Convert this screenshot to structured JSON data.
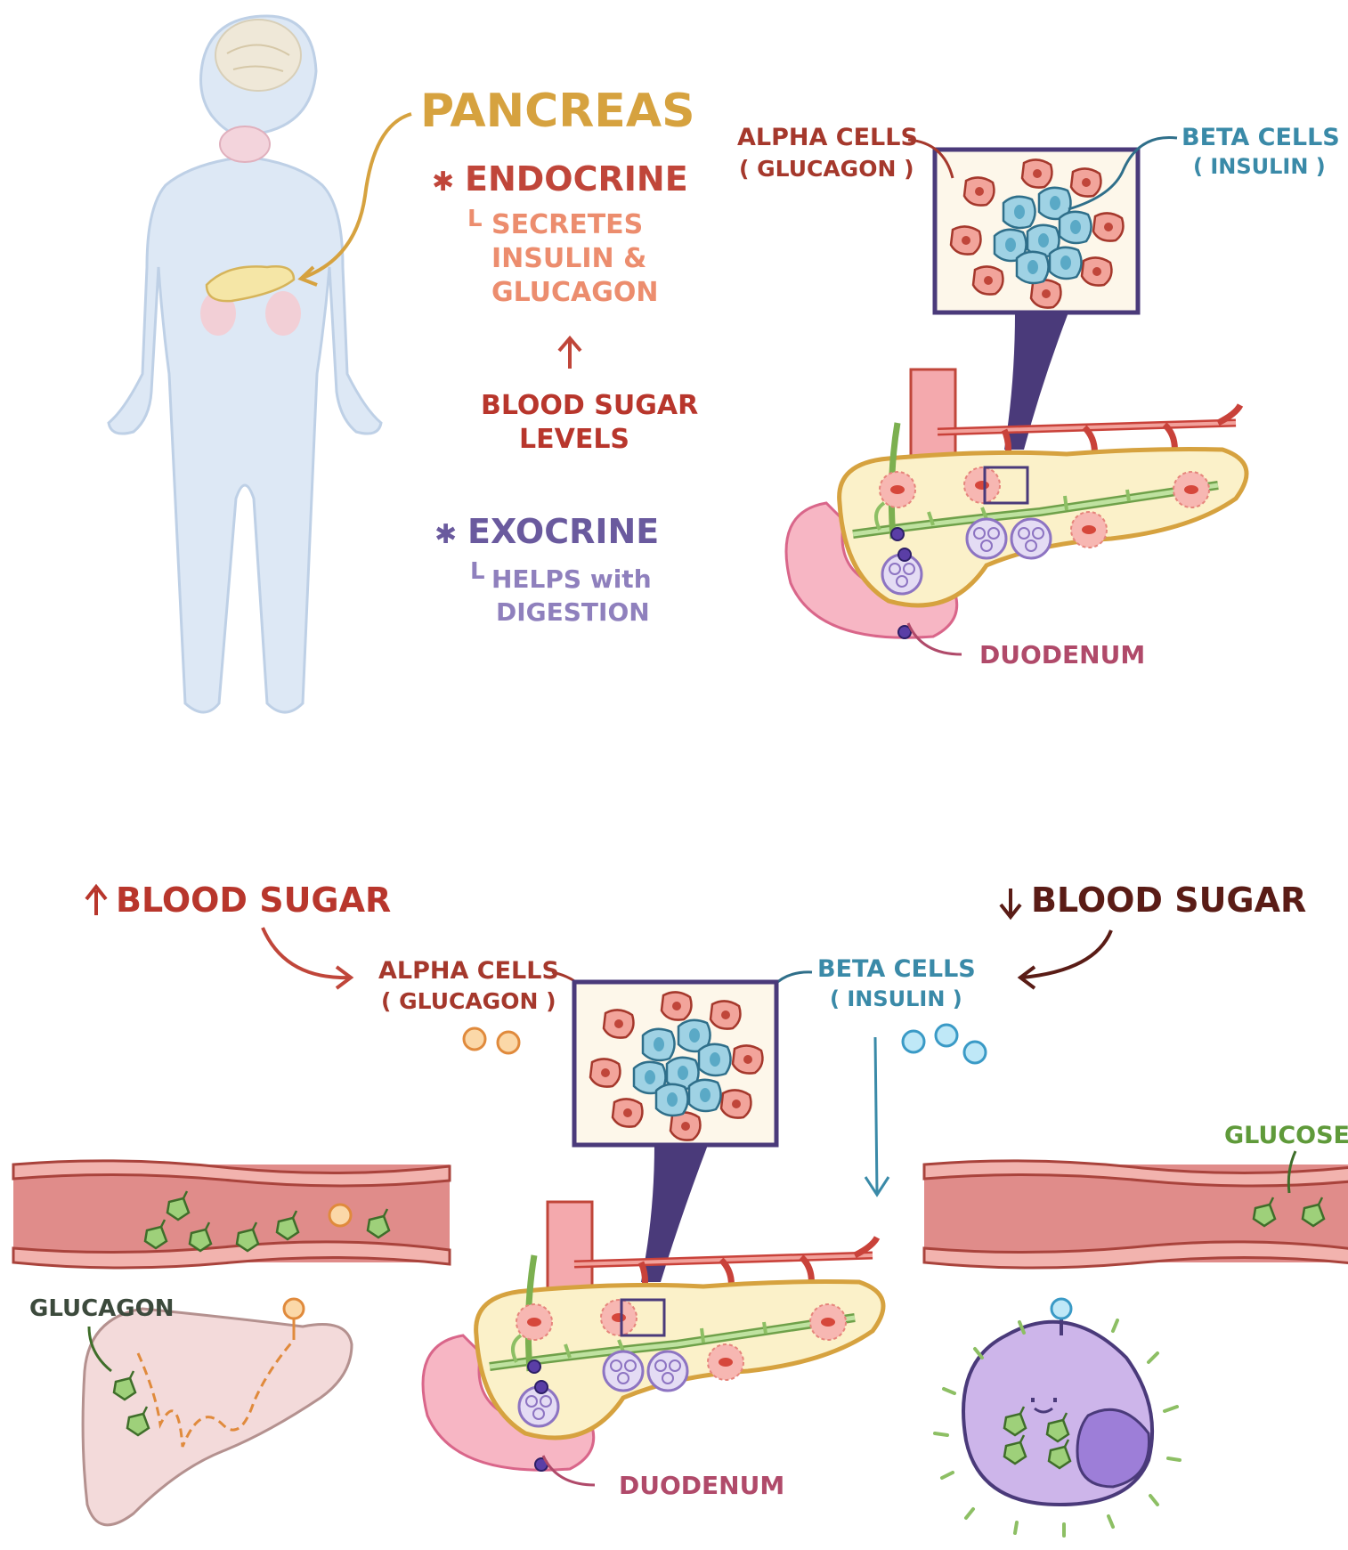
{
  "top": {
    "title": "PANCREAS",
    "endocrine": {
      "label": "ENDOCRINE",
      "desc": [
        "SECRETES",
        "INSULIN &",
        "GLUCAGON"
      ]
    },
    "blood_sugar_levels": [
      "BLOOD SUGAR",
      "LEVELS"
    ],
    "exocrine": {
      "label": "EXOCRINE",
      "desc": [
        "HELPS with",
        "DIGESTION"
      ]
    },
    "alpha_cells": [
      "ALPHA CELLS",
      "( GLUCAGON )"
    ],
    "beta_cells": [
      "BETA CELLS",
      "( INSULIN )"
    ],
    "duodenum": "DUODENUM"
  },
  "bottom": {
    "high_blood_sugar": "BLOOD SUGAR",
    "low_blood_sugar": "BLOOD SUGAR",
    "alpha_cells": [
      "ALPHA CELLS",
      "( GLUCAGON )"
    ],
    "beta_cells": [
      "BETA CELLS",
      "( INSULIN )"
    ],
    "glucagon": "GLUCAGON",
    "glucose": "GLUCOSE",
    "duodenum": "DUODENUM"
  },
  "colors": {
    "pancreas_title": "#d6a23f",
    "endocrine": "#c0463a",
    "endocrine_desc": "#ec8d6e",
    "blood_sugar": "#b8362c",
    "exocrine": "#6a5a9e",
    "exocrine_desc": "#8f80bd",
    "alpha": "#a5382c",
    "beta": "#3a8aa8",
    "duodenum_label": "#b04a6a",
    "dark_red": "#5a1c16",
    "glucose": "#5f9a3a",
    "glucagon_label": "#3c4a3c"
  },
  "icons": [
    "human-body",
    "pancreas-anatomy",
    "islet-cells-inset",
    "blood-vessel",
    "liver",
    "body-cell"
  ]
}
